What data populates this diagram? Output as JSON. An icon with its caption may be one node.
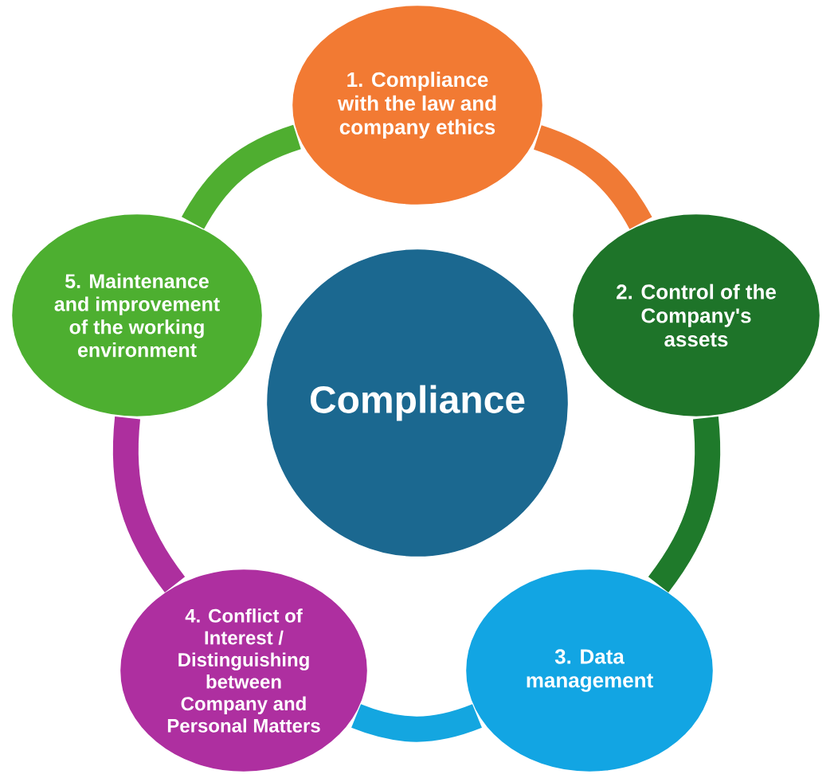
{
  "diagram": {
    "nodes": [
      {
        "text": [
          "1. Compliance with the law and company ethics"
        ]
      },
      {
        "text": [
          "2. Control of the Company's assets"
        ]
      },
      {
        "text": [
          "3. Data management"
        ]
      },
      {
        "text": [
          "4. Conflict of Interest / Distinguishing between Company and Personal Matters"
        ]
      },
      {
        "text": [
          "5. Maintenance and improvement of the working environment"
        ]
      },
      {
        "text": [
          "Compliance"
        ]
      }
    ],
    "edges": [
      {
        "from": 0,
        "to": 1,
        "arrow": "none",
        "color": "#f07a35"
      },
      {
        "from": 1,
        "to": 2,
        "arrow": "none",
        "color": "#1f7a2b"
      },
      {
        "from": 2,
        "to": 3,
        "arrow": "none",
        "color": "#14a6e0"
      },
      {
        "from": 3,
        "to": 4,
        "arrow": "none",
        "color": "#ad2f9e"
      },
      {
        "from": 4,
        "to": 0,
        "arrow": "none",
        "color": "#4fae30"
      }
    ]
  }
}
